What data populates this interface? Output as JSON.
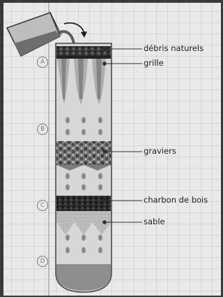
{
  "labels": {
    "debris": "débris naturels",
    "grille": "grille",
    "graviers": "graviers",
    "charbon": "charbon de bois",
    "sable": "sable"
  },
  "zones": {
    "a": "A",
    "b": "B",
    "c": "C",
    "d": "D"
  }
}
